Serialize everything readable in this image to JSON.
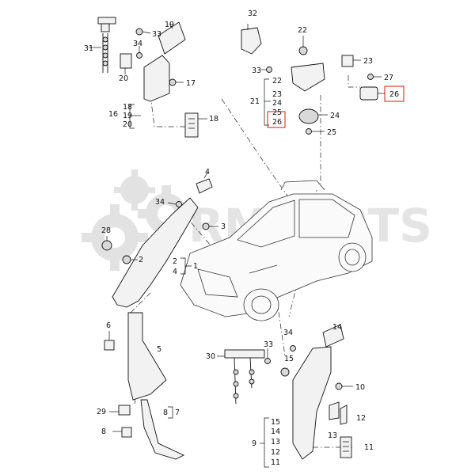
{
  "watermark": {
    "text": "RMPARTS",
    "gear_color": "#c9c9c9"
  },
  "accent_color": "#d9302b",
  "callouts": {
    "c1": "1",
    "c2": "2",
    "c3": "3",
    "c4": "4",
    "c4b": "4",
    "c5": "5",
    "c6": "6",
    "c7": "7",
    "c8": "8",
    "c8b": "8",
    "c9": "9",
    "c10": "10",
    "c11": "11",
    "c11b": "11",
    "c12": "12",
    "c12b": "12",
    "c13": "13",
    "c13b": "13",
    "c14": "14",
    "c14b": "14",
    "c15": "15",
    "c15b": "15",
    "c16": "16",
    "c17": "17",
    "c18": "18",
    "c18b": "18",
    "c19": "19",
    "c19b": "19",
    "c20": "20",
    "c20b": "20",
    "c21": "21",
    "c22": "22",
    "c22b": "22",
    "c23": "23",
    "c23b": "23",
    "c24": "24",
    "c24b": "24",
    "c25": "25",
    "c25b": "25",
    "c26": "26",
    "c26b": "26",
    "c27": "27",
    "c28": "28",
    "c29": "29",
    "c30": "30",
    "c31": "31",
    "c32": "32",
    "c33": "33",
    "c33b": "33",
    "c33c": "33",
    "c34": "34",
    "c34b": "34",
    "c34c": "34"
  }
}
